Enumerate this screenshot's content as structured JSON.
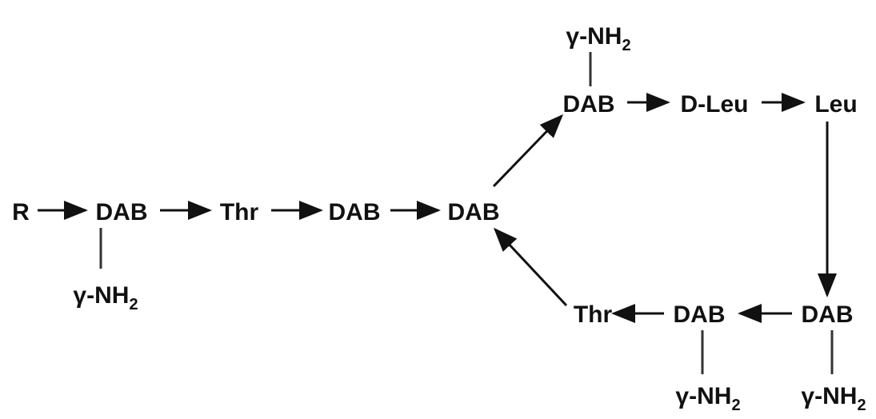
{
  "nodes": {
    "r": "R",
    "dab1": "DAB",
    "thr1": "Thr",
    "dab2": "DAB",
    "dab3": "DAB",
    "dab4": "DAB",
    "dleu": "D-Leu",
    "leu": "Leu",
    "dab5": "DAB",
    "dab6": "DAB",
    "thr2": "Thr"
  },
  "side_group": {
    "prefix": "γ-NH",
    "subscript": "2"
  },
  "colors": {
    "ink": "#111111",
    "bond": "#333333",
    "background": "#ffffff"
  }
}
